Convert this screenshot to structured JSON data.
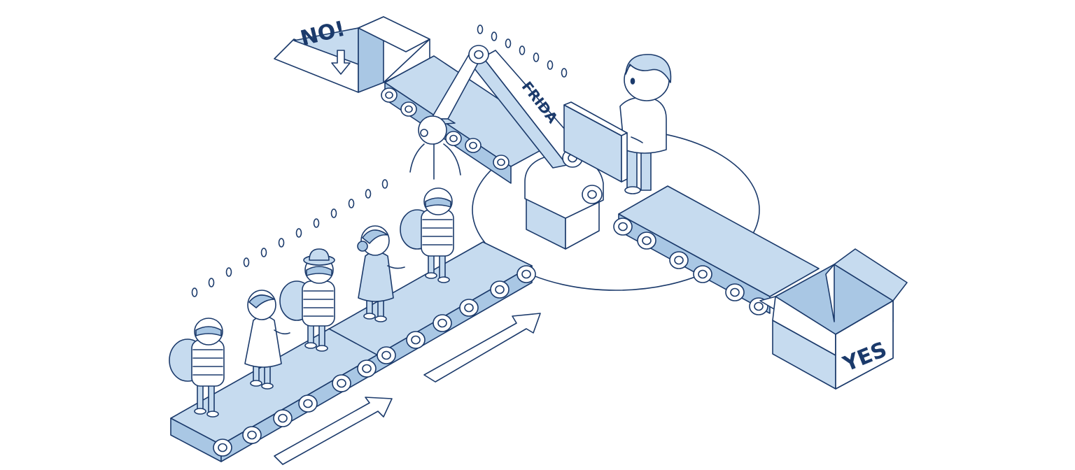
{
  "labels": {
    "no": "NO!",
    "robot_name": "FRIDA",
    "yes": "YES"
  },
  "colors": {
    "outline": "#1b3a6b",
    "fill_light": "#c6dbef",
    "fill_mid": "#a9c7e4",
    "background": "#ffffff"
  },
  "icons": {
    "reject_arrow": "down-arrow-icon",
    "flow_arrows": "isometric-right-arrow-icon"
  }
}
